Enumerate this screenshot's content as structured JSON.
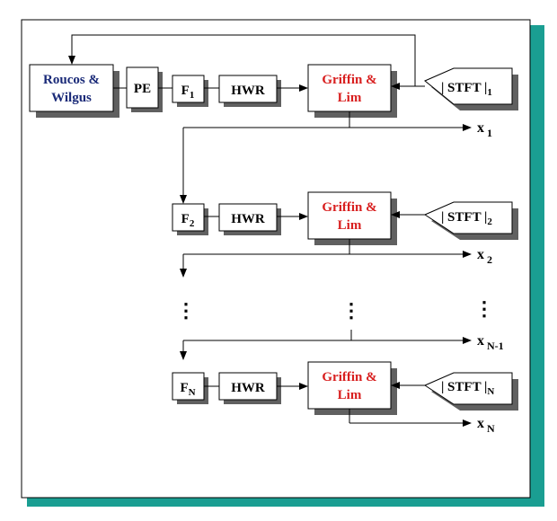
{
  "colors": {
    "panel_shadow": "#1a9e92",
    "panel_fill": "#ffffff",
    "box_shadow": "#606060",
    "roucos_text": "#1a2a78",
    "griffin_text": "#d81e1e",
    "line": "#000000"
  },
  "blocks": {
    "roucos": {
      "line1": "Roucos &",
      "line2": "Wilgus"
    },
    "pe": {
      "label": "PE"
    },
    "filter_letter": "F",
    "filter_subscripts": [
      "1",
      "2",
      "N"
    ],
    "hwr": {
      "label": "HWR"
    },
    "griffin": {
      "line1": "Griffin &",
      "line2": "Lim"
    },
    "stft": {
      "label": "| STFT |",
      "subscripts": [
        "1",
        "2",
        "N"
      ]
    }
  },
  "outputs": {
    "letter": "x",
    "subscripts": [
      "1",
      "2",
      "N-1",
      "N"
    ]
  },
  "ellipsis_glyph": "⋮"
}
